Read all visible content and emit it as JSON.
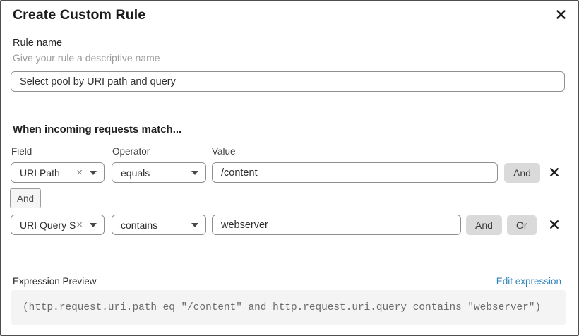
{
  "dialog": {
    "title": "Create Custom Rule"
  },
  "rule_name": {
    "label": "Rule name",
    "hint": "Give your rule a descriptive name",
    "value": "Select pool by URI path and query"
  },
  "match": {
    "heading": "When incoming requests match...",
    "columns": {
      "field": "Field",
      "operator": "Operator",
      "value": "Value"
    },
    "connector": "And",
    "rows": [
      {
        "field": "URI Path",
        "operator": "equals",
        "value": "/content",
        "and_label": "And"
      },
      {
        "field": "URI Query St...",
        "operator": "contains",
        "value": "webserver",
        "and_label": "And",
        "or_label": "Or"
      }
    ]
  },
  "expression": {
    "label": "Expression Preview",
    "edit_link": "Edit expression",
    "code": "(http.request.uri.path eq \"/content\" and http.request.uri.query contains \"webserver\")"
  },
  "icons": {
    "close": "x-icon",
    "clear": "×",
    "caret": "chevron-down"
  },
  "colors": {
    "link_blue": "#3385bd",
    "button_gray": "#dadada",
    "code_bg": "#f4f4f4",
    "input_border": "#8f8f8f",
    "dialog_border": "#4f4f4f"
  }
}
